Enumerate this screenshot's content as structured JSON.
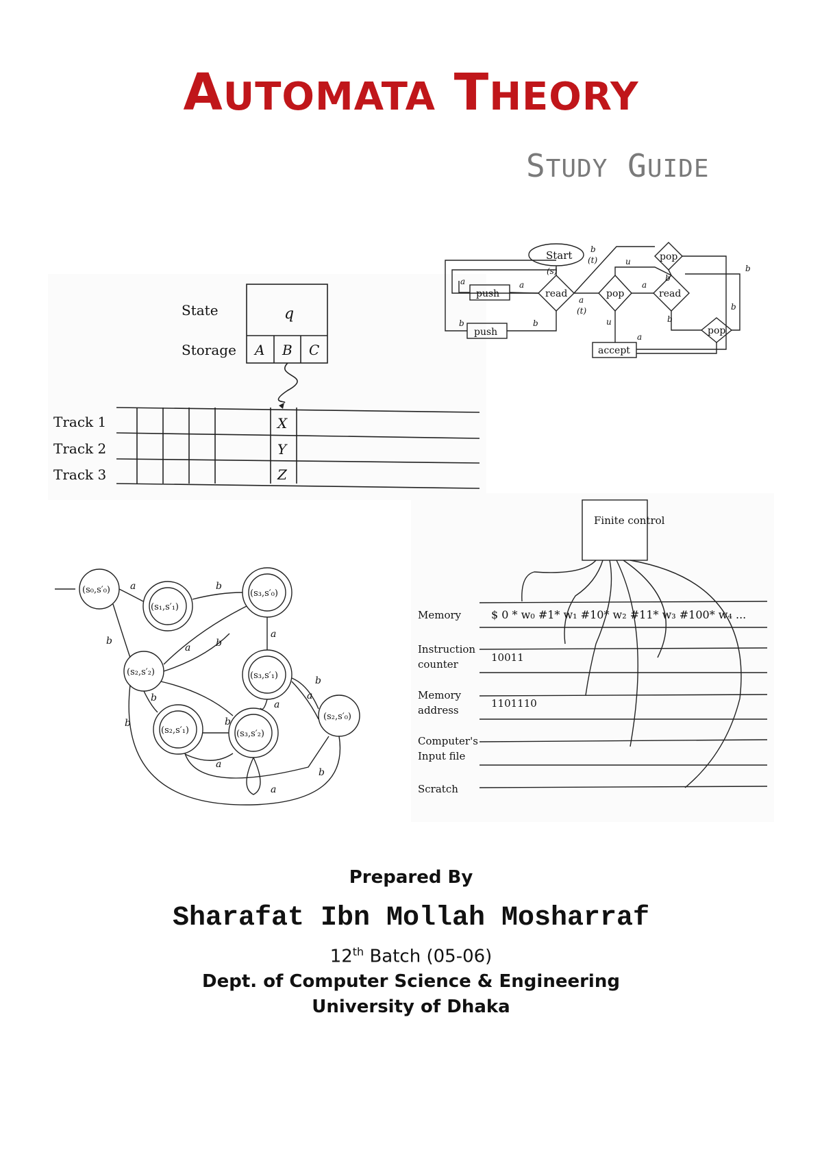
{
  "title": {
    "first_cap": "A",
    "first_rest": "UTOMATA",
    "second_cap": "T",
    "second_rest": "HEORY"
  },
  "subtitle": {
    "cap1": "S",
    "rest1": "TUDY",
    "cap2": "G",
    "rest2": "UIDE"
  },
  "fig_tm": {
    "state_label": "State",
    "storage_label": "Storage",
    "state_value": "q",
    "storage_cells": [
      "A",
      "B",
      "C"
    ],
    "tracks": [
      {
        "label": "Track 1",
        "symbol": "X"
      },
      {
        "label": "Track 2",
        "symbol": "Y"
      },
      {
        "label": "Track 3",
        "symbol": "Z"
      }
    ]
  },
  "fig_pda": {
    "start": "Start",
    "push1": "push",
    "push2": "push",
    "read1": "read",
    "read2": "read",
    "pop1": "pop",
    "pop2": "pop",
    "pop3": "pop",
    "accept": "accept",
    "labels": [
      "(s)",
      "b",
      "(t)",
      "a",
      "a",
      "b",
      "a",
      "(t)",
      "u",
      "a",
      "u",
      "a",
      "b",
      "b",
      "b",
      "b",
      "b"
    ]
  },
  "fig_dfa": {
    "states": [
      "(s₀,s′₀)",
      "(s₁,s′₁)",
      "(s₃,s′₀)",
      "(s₂,s′₂)",
      "(s₃,s′₁)",
      "(s₂,s′₁)",
      "(s₃,s′₂)",
      "(s₂,s′₀)"
    ],
    "edge_labels": [
      "a",
      "b",
      "b",
      "a",
      "a",
      "b",
      "b",
      "a",
      "b",
      "a",
      "b",
      "a",
      "a",
      "b",
      "b"
    ]
  },
  "fig_ram": {
    "control": "Finite control",
    "rows": [
      {
        "label1": "Memory",
        "label2": "",
        "value": "$ 0 * w₀ #1* w₁ #10* w₂ #11* w₃ #100* w₄ ..."
      },
      {
        "label1": "Instruction",
        "label2": "counter",
        "value": "10011"
      },
      {
        "label1": "Memory",
        "label2": "address",
        "value": "1101110"
      },
      {
        "label1": "Computer's",
        "label2": "Input file",
        "value": ""
      },
      {
        "label1": "Scratch",
        "label2": "",
        "value": ""
      }
    ]
  },
  "prepared_by": "Prepared By",
  "author": "Sharafat Ibn Mollah Mosharraf",
  "batch": {
    "num": "12",
    "sup": "th",
    "rest": " Batch (05-06)"
  },
  "dept": "Dept. of Computer Science & Engineering",
  "university": "University of Dhaka"
}
